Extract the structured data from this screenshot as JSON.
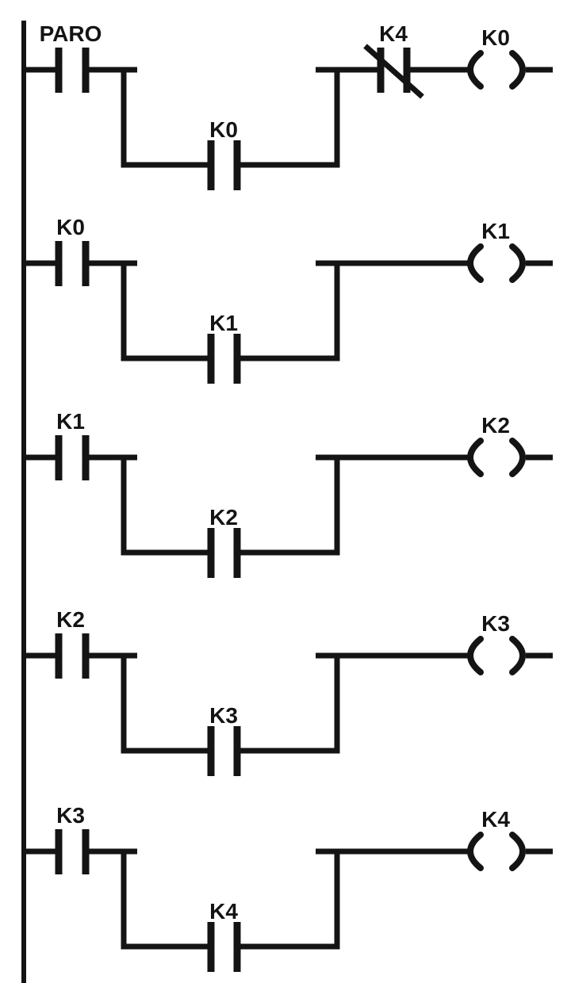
{
  "diagram": {
    "kind": "plc-ladder-logic",
    "background_color": "#ffffff",
    "line_color": "#141414",
    "rungs": [
      {
        "input_contact": {
          "label": "PARO",
          "type": "NO"
        },
        "branch_contact": {
          "label": "K0",
          "type": "NO"
        },
        "series_contacts": [
          {
            "label": "K4",
            "type": "NC"
          }
        ],
        "coil": {
          "label": "K0"
        }
      },
      {
        "input_contact": {
          "label": "K0",
          "type": "NO"
        },
        "branch_contact": {
          "label": "K1",
          "type": "NO"
        },
        "series_contacts": [],
        "coil": {
          "label": "K1"
        }
      },
      {
        "input_contact": {
          "label": "K1",
          "type": "NO"
        },
        "branch_contact": {
          "label": "K2",
          "type": "NO"
        },
        "series_contacts": [],
        "coil": {
          "label": "K2"
        }
      },
      {
        "input_contact": {
          "label": "K2",
          "type": "NO"
        },
        "branch_contact": {
          "label": "K3",
          "type": "NO"
        },
        "series_contacts": [],
        "coil": {
          "label": "K3"
        }
      },
      {
        "input_contact": {
          "label": "K3",
          "type": "NO"
        },
        "branch_contact": {
          "label": "K4",
          "type": "NO"
        },
        "series_contacts": [],
        "coil": {
          "label": "K4"
        }
      }
    ]
  }
}
